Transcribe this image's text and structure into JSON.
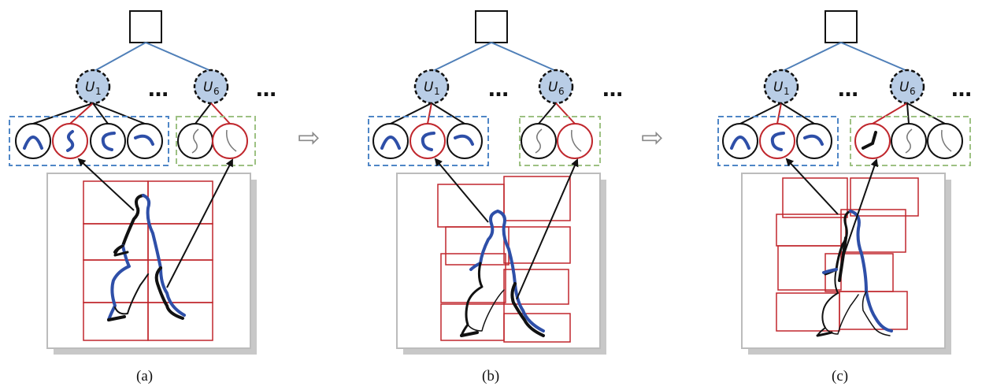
{
  "diagram": {
    "panels": [
      {
        "caption": "(a)",
        "nodes": [
          {
            "letter": "U",
            "sub": "1"
          },
          {
            "letter": "U",
            "sub": "6"
          }
        ],
        "ellipsis": "…"
      },
      {
        "caption": "(b)",
        "nodes": [
          {
            "letter": "U",
            "sub": "1"
          },
          {
            "letter": "U",
            "sub": "6"
          }
        ],
        "ellipsis": "…"
      },
      {
        "caption": "(c)",
        "nodes": [
          {
            "letter": "U",
            "sub": "1"
          },
          {
            "letter": "U",
            "sub": "6"
          }
        ],
        "ellipsis": "…"
      }
    ],
    "transition_arrow": "⇨",
    "colors": {
      "node_fill": "#b9cde6",
      "tree_edge": "#4f7fb8",
      "group_blue": "#4f86c6",
      "group_green": "#9dc183",
      "red": "#c0272d",
      "stroke_blue": "#2e4fa8",
      "grid_red": "#c0272d",
      "shadow": "#c8c8c8"
    }
  }
}
